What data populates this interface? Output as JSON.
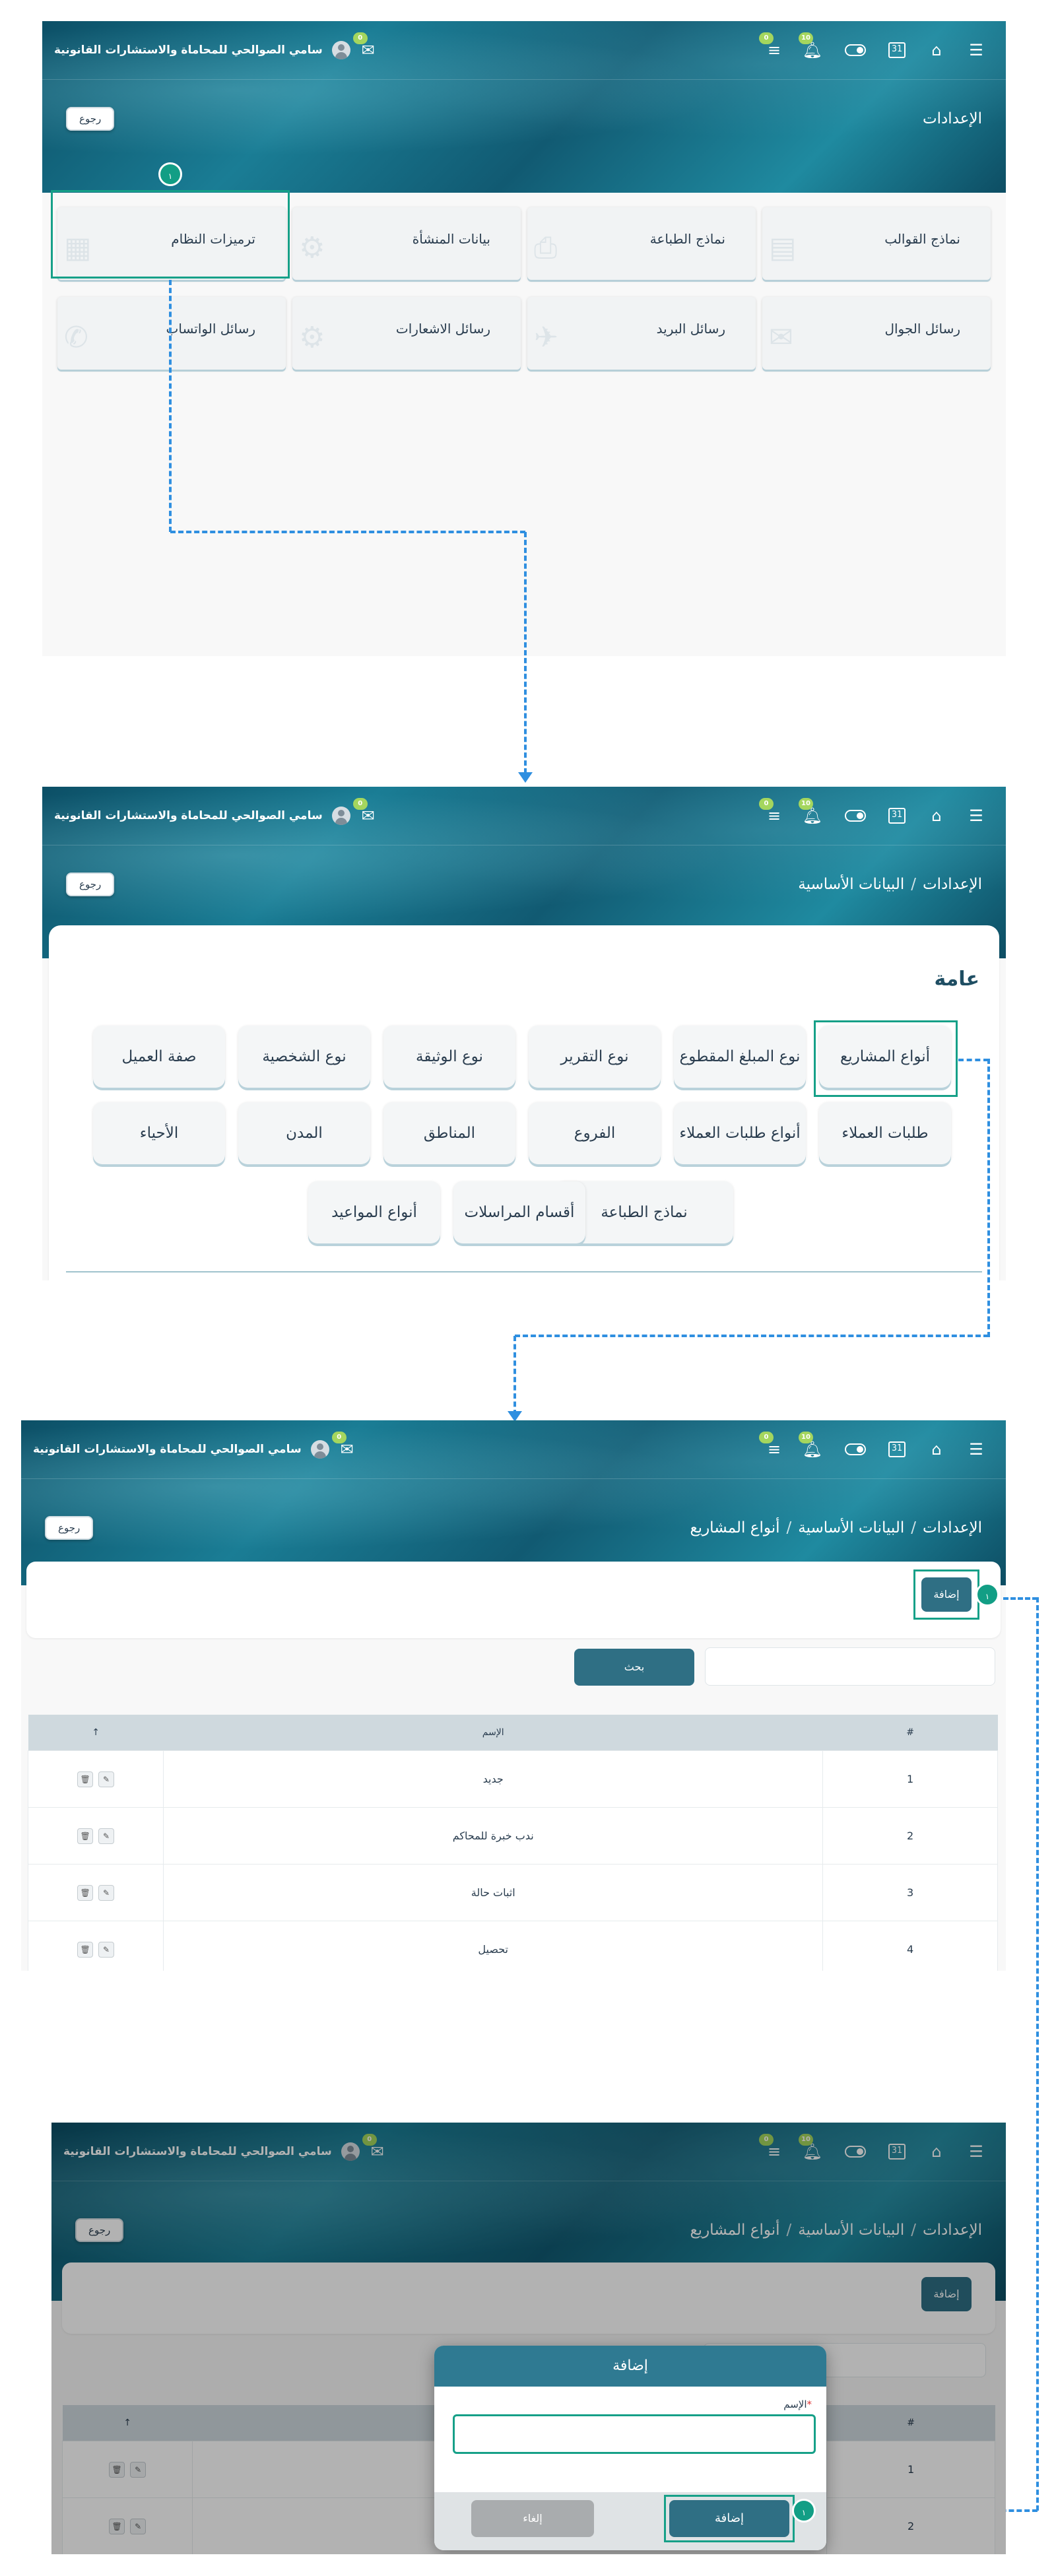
{
  "header": {
    "user_name": "سامي الصوالحي للمحاماة والاستشارات القانونية",
    "badge_messages": "0",
    "badge_notifications": "10",
    "badge_chat": "0",
    "calendar_day": "31"
  },
  "screen1": {
    "breadcrumb": [
      "الإعدادات"
    ],
    "back_label": "رجوع",
    "step_label": "١",
    "tiles": [
      {
        "label": "نماذج القوالب",
        "icon": "template-icon"
      },
      {
        "label": "نماذج الطباعة",
        "icon": "printer-icon"
      },
      {
        "label": "بيانات المنشأة",
        "icon": "building-icon"
      },
      {
        "label": "ترميزات النظام",
        "icon": "system-codes-icon"
      },
      {
        "label": "رسائل الجوال",
        "icon": "sms-icon"
      },
      {
        "label": "رسائل البريد",
        "icon": "mail-icon"
      },
      {
        "label": "رسائل الاشعارات",
        "icon": "notification-icon"
      },
      {
        "label": "رسائل الواتساب",
        "icon": "whatsapp-icon"
      }
    ]
  },
  "screen2": {
    "breadcrumb": [
      "الإعدادات",
      "البيانات الأساسية"
    ],
    "back_label": "رجوع",
    "section_title": "عامة",
    "buttons": [
      "أنواع المشاريع",
      "نوع المبلغ المقطوع",
      "نوع التقرير",
      "نوع الوثيقة",
      "نوع الشخصية",
      "صفة العميل",
      "طلبات العملاء",
      "أنواع طلبات العملاء",
      "الفروع",
      "المناطق",
      "المدن",
      "الأحياء",
      "نماذج الطباعة",
      "أقسام المراسلات",
      "أنواع المواعيد"
    ]
  },
  "screen3": {
    "breadcrumb": [
      "الإعدادات",
      "البيانات الأساسية",
      "أنواع المشاريع"
    ],
    "back_label": "رجوع",
    "add_label": "إضافة",
    "step_label": "١",
    "search_label": "بحث",
    "search_value": "",
    "columns": [
      "#",
      "الإسم",
      ""
    ],
    "rows": [
      {
        "num": "1",
        "name": "جديد"
      },
      {
        "num": "2",
        "name": "ندب خبرة للمحاكم"
      },
      {
        "num": "3",
        "name": "اثبات حالة"
      },
      {
        "num": "4",
        "name": "تحصيل"
      }
    ]
  },
  "screen4": {
    "breadcrumb": [
      "الإعدادات",
      "البيانات الأساسية",
      "أنواع المشاريع"
    ],
    "back_label": "رجوع",
    "add_label": "إضافة",
    "step_label": "١",
    "columns": [
      "#",
      "",
      ""
    ],
    "rows": [
      {
        "num": "1"
      },
      {
        "num": "2"
      }
    ],
    "modal": {
      "title": "إضافة",
      "name_label": "الإسم",
      "required_mark": "*",
      "name_value": "",
      "submit_label": "إضافة",
      "cancel_label": "إلغاء"
    }
  },
  "colors": {
    "header_teal": "#1a7d95",
    "accent_green": "#129e85",
    "badge_green": "#a4d65e",
    "arrow_blue": "#2f8fe0",
    "primary_button": "#2f6f84"
  }
}
